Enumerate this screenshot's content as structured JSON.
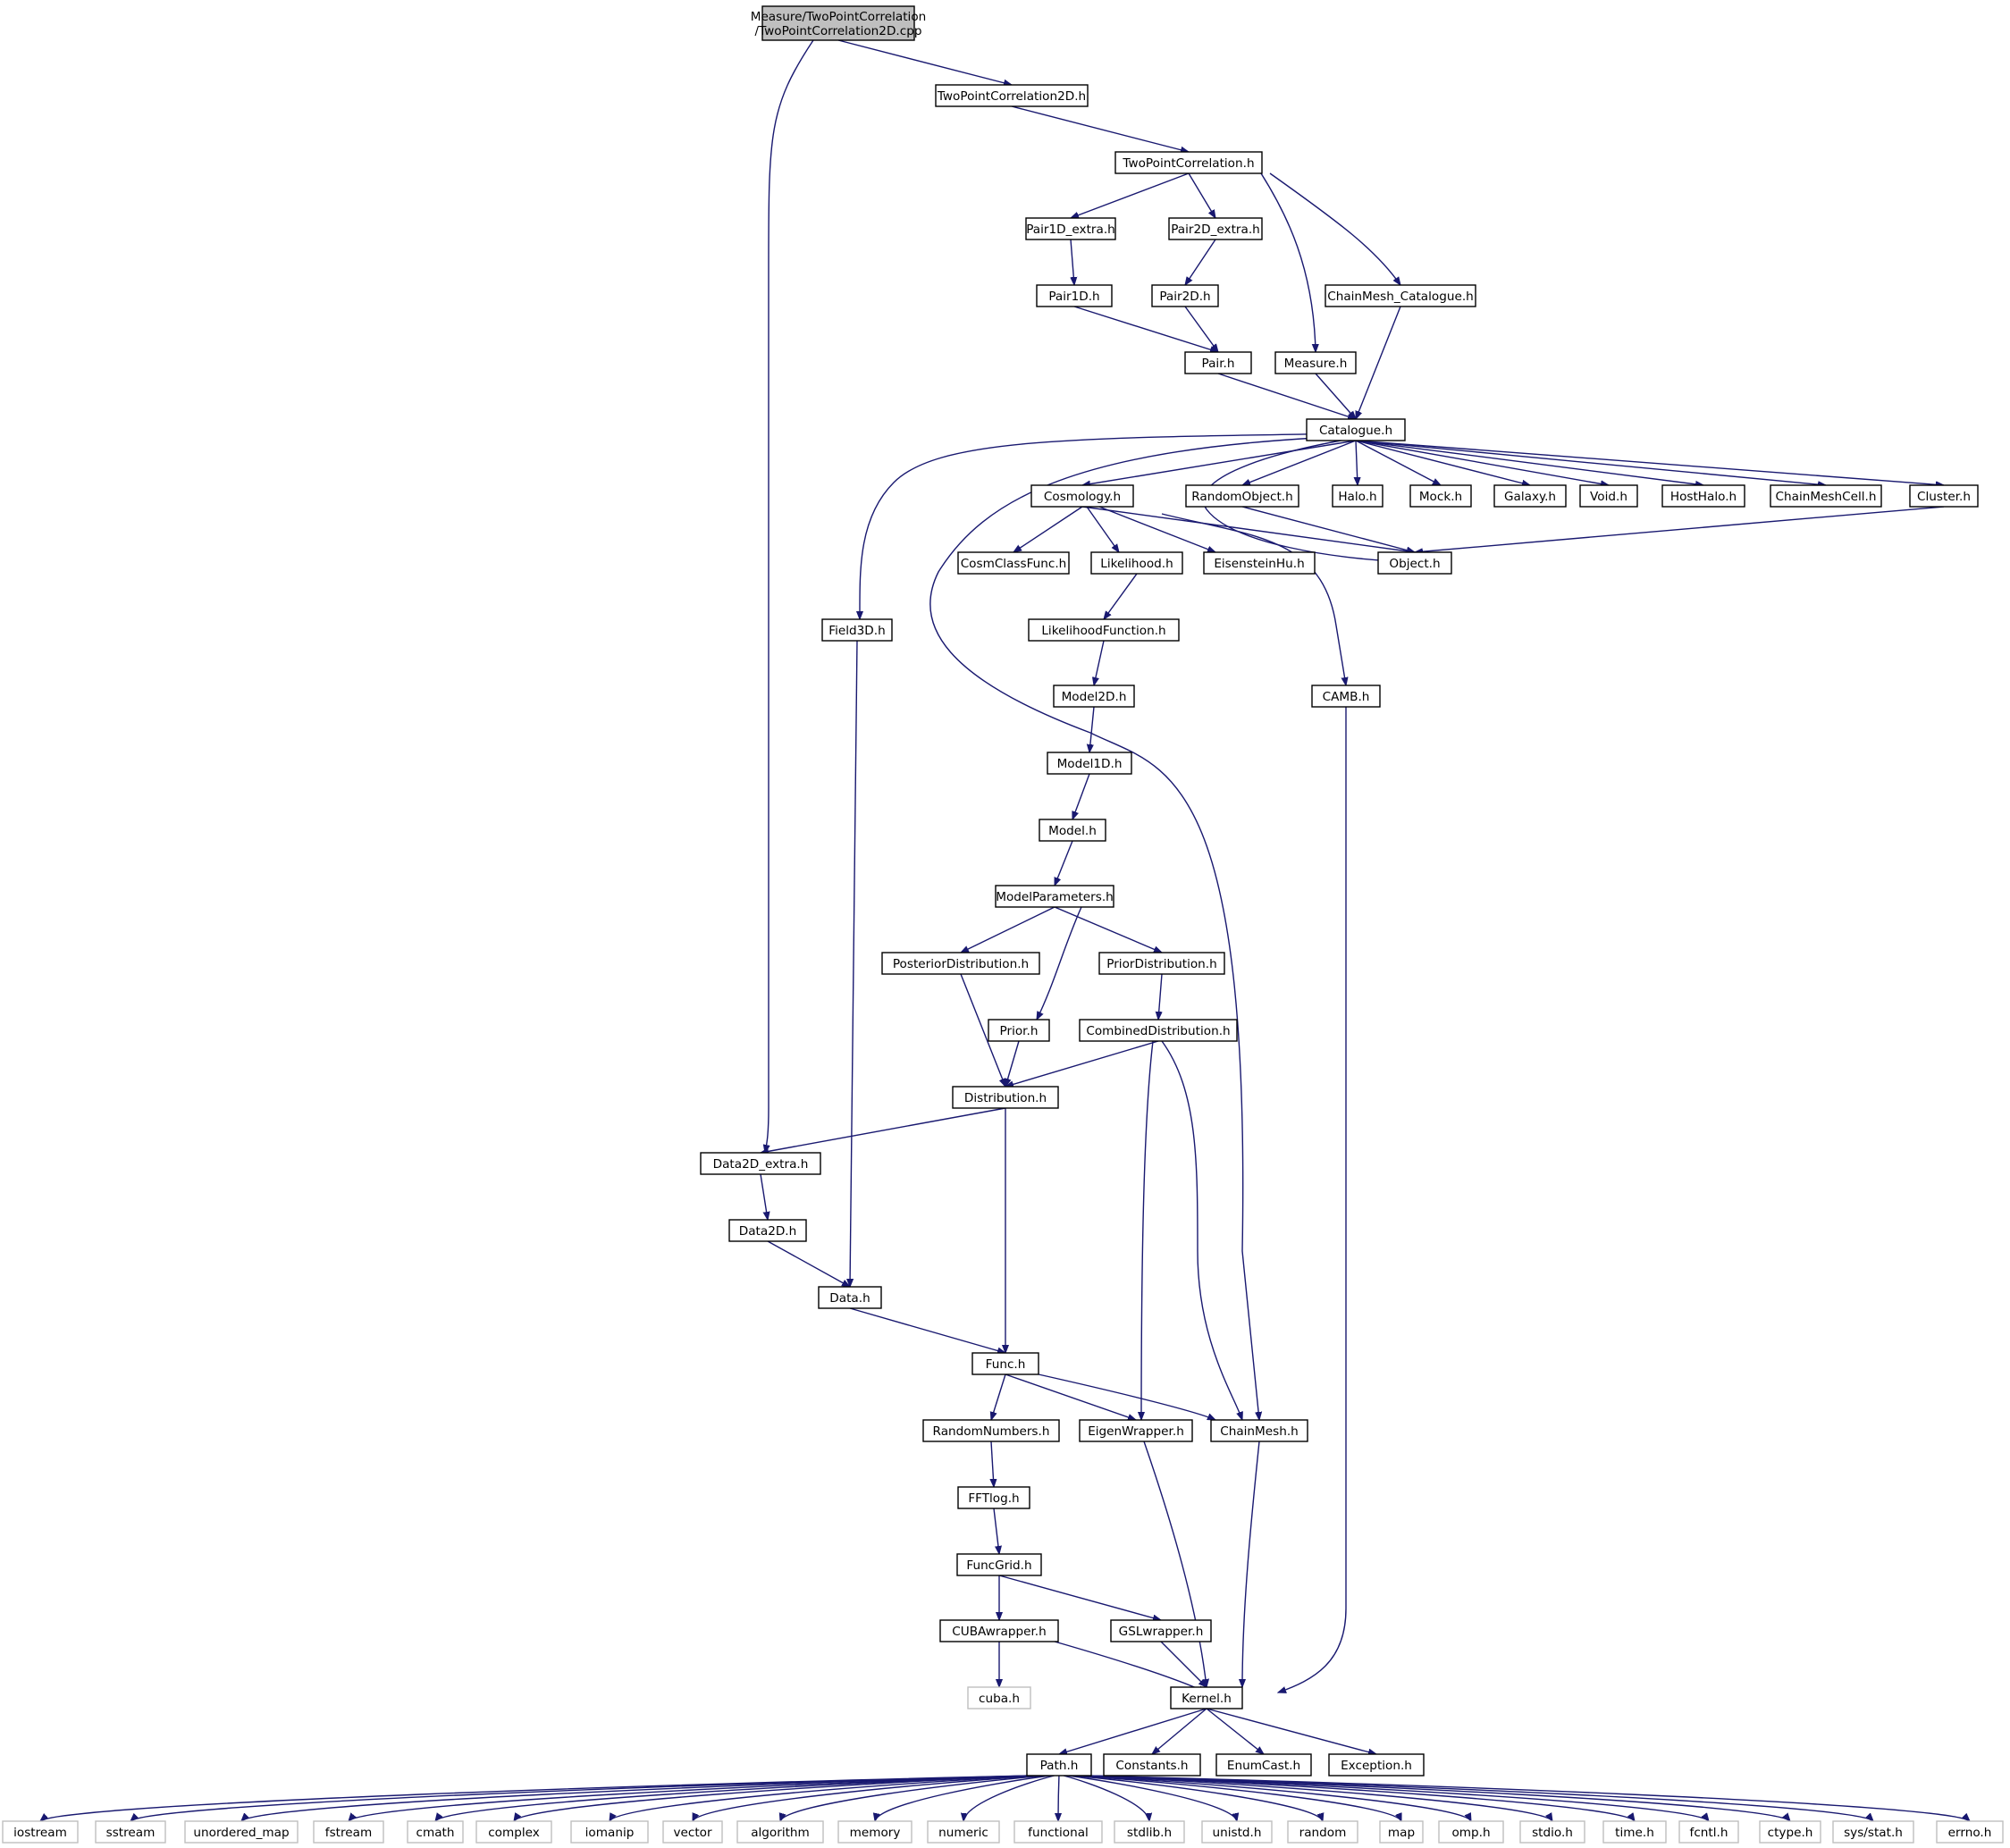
{
  "diagram": {
    "edge_color": "#191970",
    "root_fill": "#bfbfbf",
    "system_header_border": "#bfbfbf",
    "nodes": [
      {
        "id": "root",
        "lines": [
          "Measure/TwoPointCorrelation",
          "/TwoPointCorrelation2D.cpp"
        ],
        "kind": "root"
      },
      {
        "id": "tpc2d",
        "lines": [
          "TwoPointCorrelation2D.h"
        ]
      },
      {
        "id": "tpc",
        "lines": [
          "TwoPointCorrelation.h"
        ]
      },
      {
        "id": "pair1dx",
        "lines": [
          "Pair1D_extra.h"
        ]
      },
      {
        "id": "pair2dx",
        "lines": [
          "Pair2D_extra.h"
        ]
      },
      {
        "id": "chainmeshcat",
        "lines": [
          "ChainMesh_Catalogue.h"
        ]
      },
      {
        "id": "pair1d",
        "lines": [
          "Pair1D.h"
        ]
      },
      {
        "id": "pair2d",
        "lines": [
          "Pair2D.h"
        ]
      },
      {
        "id": "pair",
        "lines": [
          "Pair.h"
        ]
      },
      {
        "id": "measure",
        "lines": [
          "Measure.h"
        ]
      },
      {
        "id": "catalogue",
        "lines": [
          "Catalogue.h"
        ]
      },
      {
        "id": "cosmology",
        "lines": [
          "Cosmology.h"
        ]
      },
      {
        "id": "randomobject",
        "lines": [
          "RandomObject.h"
        ]
      },
      {
        "id": "halo",
        "lines": [
          "Halo.h"
        ]
      },
      {
        "id": "mock",
        "lines": [
          "Mock.h"
        ]
      },
      {
        "id": "galaxy",
        "lines": [
          "Galaxy.h"
        ]
      },
      {
        "id": "void",
        "lines": [
          "Void.h"
        ]
      },
      {
        "id": "hosthalo",
        "lines": [
          "HostHalo.h"
        ]
      },
      {
        "id": "chainmeshcell",
        "lines": [
          "ChainMeshCell.h"
        ]
      },
      {
        "id": "cluster",
        "lines": [
          "Cluster.h"
        ]
      },
      {
        "id": "cosmclassfunc",
        "lines": [
          "CosmClassFunc.h"
        ]
      },
      {
        "id": "likelihood",
        "lines": [
          "Likelihood.h"
        ]
      },
      {
        "id": "eisensteinhu",
        "lines": [
          "EisensteinHu.h"
        ]
      },
      {
        "id": "object",
        "lines": [
          "Object.h"
        ]
      },
      {
        "id": "field3d",
        "lines": [
          "Field3D.h"
        ]
      },
      {
        "id": "likelihoodfunc",
        "lines": [
          "LikelihoodFunction.h"
        ]
      },
      {
        "id": "camb",
        "lines": [
          "CAMB.h"
        ]
      },
      {
        "id": "model2d",
        "lines": [
          "Model2D.h"
        ]
      },
      {
        "id": "model1d",
        "lines": [
          "Model1D.h"
        ]
      },
      {
        "id": "model",
        "lines": [
          "Model.h"
        ]
      },
      {
        "id": "modelparams",
        "lines": [
          "ModelParameters.h"
        ]
      },
      {
        "id": "posterior",
        "lines": [
          "PosteriorDistribution.h"
        ]
      },
      {
        "id": "priordist",
        "lines": [
          "PriorDistribution.h"
        ]
      },
      {
        "id": "prior",
        "lines": [
          "Prior.h"
        ]
      },
      {
        "id": "combined",
        "lines": [
          "CombinedDistribution.h"
        ]
      },
      {
        "id": "distribution",
        "lines": [
          "Distribution.h"
        ]
      },
      {
        "id": "data2dx",
        "lines": [
          "Data2D_extra.h"
        ]
      },
      {
        "id": "data2d",
        "lines": [
          "Data2D.h"
        ]
      },
      {
        "id": "data",
        "lines": [
          "Data.h"
        ]
      },
      {
        "id": "func",
        "lines": [
          "Func.h"
        ]
      },
      {
        "id": "randomnumbers",
        "lines": [
          "RandomNumbers.h"
        ]
      },
      {
        "id": "eigenwrapper",
        "lines": [
          "EigenWrapper.h"
        ]
      },
      {
        "id": "chainmesh",
        "lines": [
          "ChainMesh.h"
        ]
      },
      {
        "id": "fftlog",
        "lines": [
          "FFTlog.h"
        ]
      },
      {
        "id": "funcgrid",
        "lines": [
          "FuncGrid.h"
        ]
      },
      {
        "id": "cubawrapper",
        "lines": [
          "CUBAwrapper.h"
        ]
      },
      {
        "id": "gslwrapper",
        "lines": [
          "GSLwrapper.h"
        ]
      },
      {
        "id": "cuba",
        "lines": [
          "cuba.h"
        ],
        "kind": "sys"
      },
      {
        "id": "kernel",
        "lines": [
          "Kernel.h"
        ]
      },
      {
        "id": "path",
        "lines": [
          "Path.h"
        ]
      },
      {
        "id": "constants",
        "lines": [
          "Constants.h"
        ]
      },
      {
        "id": "enumcast",
        "lines": [
          "EnumCast.h"
        ]
      },
      {
        "id": "exception",
        "lines": [
          "Exception.h"
        ]
      },
      {
        "id": "iostream",
        "lines": [
          "iostream"
        ],
        "kind": "sys"
      },
      {
        "id": "sstream",
        "lines": [
          "sstream"
        ],
        "kind": "sys"
      },
      {
        "id": "unordered_map",
        "lines": [
          "unordered_map"
        ],
        "kind": "sys"
      },
      {
        "id": "fstream",
        "lines": [
          "fstream"
        ],
        "kind": "sys"
      },
      {
        "id": "cmath",
        "lines": [
          "cmath"
        ],
        "kind": "sys"
      },
      {
        "id": "complex",
        "lines": [
          "complex"
        ],
        "kind": "sys"
      },
      {
        "id": "iomanip",
        "lines": [
          "iomanip"
        ],
        "kind": "sys"
      },
      {
        "id": "vector",
        "lines": [
          "vector"
        ],
        "kind": "sys"
      },
      {
        "id": "algorithm",
        "lines": [
          "algorithm"
        ],
        "kind": "sys"
      },
      {
        "id": "memory",
        "lines": [
          "memory"
        ],
        "kind": "sys"
      },
      {
        "id": "numeric",
        "lines": [
          "numeric"
        ],
        "kind": "sys"
      },
      {
        "id": "functional",
        "lines": [
          "functional"
        ],
        "kind": "sys"
      },
      {
        "id": "stdlib",
        "lines": [
          "stdlib.h"
        ],
        "kind": "sys"
      },
      {
        "id": "unistd",
        "lines": [
          "unistd.h"
        ],
        "kind": "sys"
      },
      {
        "id": "random",
        "lines": [
          "random"
        ],
        "kind": "sys"
      },
      {
        "id": "map",
        "lines": [
          "map"
        ],
        "kind": "sys"
      },
      {
        "id": "omp",
        "lines": [
          "omp.h"
        ],
        "kind": "sys"
      },
      {
        "id": "stdio",
        "lines": [
          "stdio.h"
        ],
        "kind": "sys"
      },
      {
        "id": "time",
        "lines": [
          "time.h"
        ],
        "kind": "sys"
      },
      {
        "id": "fcntl",
        "lines": [
          "fcntl.h"
        ],
        "kind": "sys"
      },
      {
        "id": "ctype",
        "lines": [
          "ctype.h"
        ],
        "kind": "sys"
      },
      {
        "id": "sysstat",
        "lines": [
          "sys/stat.h"
        ],
        "kind": "sys"
      },
      {
        "id": "errno",
        "lines": [
          "errno.h"
        ],
        "kind": "sys"
      }
    ],
    "edges": [
      [
        "root",
        "tpc2d"
      ],
      [
        "root",
        "data2dx"
      ],
      [
        "tpc2d",
        "tpc"
      ],
      [
        "tpc",
        "pair1dx"
      ],
      [
        "tpc",
        "pair2dx"
      ],
      [
        "tpc",
        "measure"
      ],
      [
        "tpc",
        "chainmeshcat"
      ],
      [
        "pair1dx",
        "pair1d"
      ],
      [
        "pair2dx",
        "pair2d"
      ],
      [
        "pair1d",
        "pair"
      ],
      [
        "pair2d",
        "pair"
      ],
      [
        "pair",
        "catalogue"
      ],
      [
        "measure",
        "catalogue"
      ],
      [
        "chainmeshcat",
        "catalogue"
      ],
      [
        "catalogue",
        "field3d"
      ],
      [
        "catalogue",
        "chainmesh"
      ],
      [
        "catalogue",
        "cosmology"
      ],
      [
        "catalogue",
        "object"
      ],
      [
        "catalogue",
        "randomobject"
      ],
      [
        "catalogue",
        "halo"
      ],
      [
        "catalogue",
        "mock"
      ],
      [
        "catalogue",
        "galaxy"
      ],
      [
        "catalogue",
        "void"
      ],
      [
        "catalogue",
        "hosthalo"
      ],
      [
        "catalogue",
        "chainmeshcell"
      ],
      [
        "catalogue",
        "cluster"
      ],
      [
        "cosmology",
        "cosmclassfunc"
      ],
      [
        "cosmology",
        "likelihood"
      ],
      [
        "cosmology",
        "eisensteinhu"
      ],
      [
        "cosmology",
        "object"
      ],
      [
        "cosmology",
        "camb"
      ],
      [
        "randomobject",
        "object"
      ],
      [
        "cluster",
        "object"
      ],
      [
        "likelihood",
        "likelihoodfunc"
      ],
      [
        "likelihoodfunc",
        "model2d"
      ],
      [
        "model2d",
        "model1d"
      ],
      [
        "model1d",
        "model"
      ],
      [
        "model",
        "modelparams"
      ],
      [
        "modelparams",
        "posterior"
      ],
      [
        "modelparams",
        "prior"
      ],
      [
        "modelparams",
        "priordist"
      ],
      [
        "priordist",
        "combined"
      ],
      [
        "posterior",
        "distribution"
      ],
      [
        "prior",
        "distribution"
      ],
      [
        "combined",
        "distribution"
      ],
      [
        "combined",
        "eigenwrapper"
      ],
      [
        "combined",
        "chainmesh"
      ],
      [
        "distribution",
        "data2dx"
      ],
      [
        "distribution",
        "func"
      ],
      [
        "data2dx",
        "data2d"
      ],
      [
        "data2d",
        "data"
      ],
      [
        "field3d",
        "data"
      ],
      [
        "data",
        "func"
      ],
      [
        "func",
        "randomnumbers"
      ],
      [
        "func",
        "eigenwrapper"
      ],
      [
        "func",
        "chainmesh"
      ],
      [
        "randomnumbers",
        "fftlog"
      ],
      [
        "fftlog",
        "funcgrid"
      ],
      [
        "funcgrid",
        "cubawrapper"
      ],
      [
        "funcgrid",
        "gslwrapper"
      ],
      [
        "cubawrapper",
        "cuba"
      ],
      [
        "cubawrapper",
        "kernel"
      ],
      [
        "gslwrapper",
        "kernel"
      ],
      [
        "eigenwrapper",
        "kernel"
      ],
      [
        "chainmesh",
        "kernel"
      ],
      [
        "camb",
        "kernel"
      ],
      [
        "kernel",
        "path"
      ],
      [
        "kernel",
        "constants"
      ],
      [
        "kernel",
        "enumcast"
      ],
      [
        "kernel",
        "exception"
      ],
      [
        "path",
        "iostream"
      ],
      [
        "path",
        "sstream"
      ],
      [
        "path",
        "unordered_map"
      ],
      [
        "path",
        "fstream"
      ],
      [
        "path",
        "cmath"
      ],
      [
        "path",
        "complex"
      ],
      [
        "path",
        "iomanip"
      ],
      [
        "path",
        "vector"
      ],
      [
        "path",
        "algorithm"
      ],
      [
        "path",
        "memory"
      ],
      [
        "path",
        "numeric"
      ],
      [
        "path",
        "functional"
      ],
      [
        "path",
        "stdlib"
      ],
      [
        "path",
        "unistd"
      ],
      [
        "path",
        "random"
      ],
      [
        "path",
        "map"
      ],
      [
        "path",
        "omp"
      ],
      [
        "path",
        "stdio"
      ],
      [
        "path",
        "time"
      ],
      [
        "path",
        "fcntl"
      ],
      [
        "path",
        "ctype"
      ],
      [
        "path",
        "sysstat"
      ],
      [
        "path",
        "errno"
      ]
    ]
  }
}
